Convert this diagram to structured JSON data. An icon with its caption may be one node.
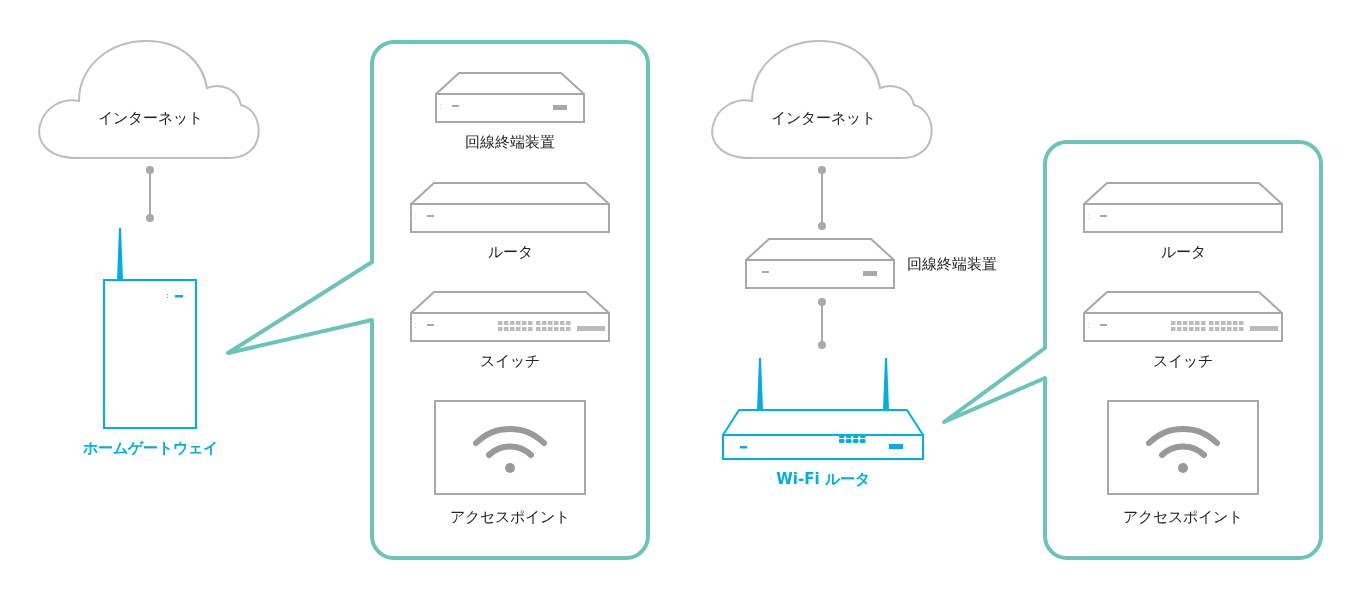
{
  "diagram": {
    "nodes": [
      {
        "text": [
          "インターネット"
        ]
      },
      {
        "text": [
          "ホームゲートウェイ"
        ]
      },
      {
        "text": [],
        "shape": "callout"
      },
      {
        "text": [
          "回線終端装置"
        ],
        "in": 2
      },
      {
        "text": [
          "ルータ"
        ],
        "in": 2
      },
      {
        "text": [
          "スイッチ"
        ],
        "in": 2
      },
      {
        "text": [
          "アクセスポイント"
        ],
        "in": 2
      },
      {
        "text": [
          "インターネット"
        ]
      },
      {
        "text": [
          "回線終端装置"
        ]
      },
      {
        "text": [
          "Wi-Fi ルータ"
        ]
      },
      {
        "text": [],
        "shape": "callout"
      },
      {
        "text": [
          "ルータ"
        ],
        "in": 10
      },
      {
        "text": [
          "スイッチ"
        ],
        "in": 10
      },
      {
        "text": [
          "アクセスポイント"
        ],
        "in": 10
      }
    ],
    "edges": [
      {
        "from": 0,
        "to": 1,
        "arrow": "other"
      },
      {
        "from": 7,
        "to": 8,
        "arrow": "other"
      },
      {
        "from": 8,
        "to": 9,
        "arrow": "other"
      }
    ]
  }
}
